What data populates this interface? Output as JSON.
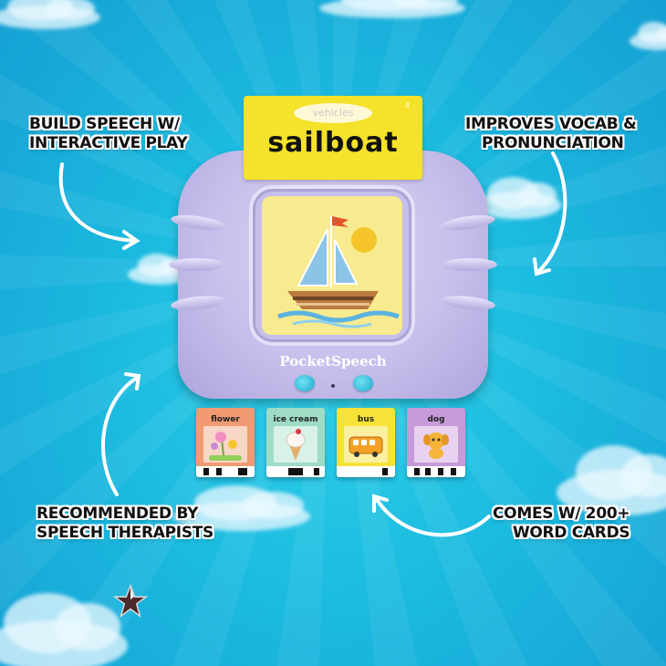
{
  "product": {
    "brand": "PocketSpeech",
    "inserted_card": {
      "category": "vehicles",
      "word": "sailboat",
      "number": "4",
      "color": "#f5e22a"
    },
    "device_color": "#c7c0ec",
    "button_color": "#2fbfdc"
  },
  "callouts": {
    "top_left": [
      "BUILD SPEECH W/",
      "INTERACTIVE PLAY"
    ],
    "top_right": [
      "IMPROVES VOCAB &",
      "PRONUNCIATION"
    ],
    "bottom_left": [
      "RECOMMENDED BY",
      "SPEECH THERAPISTS"
    ],
    "bottom_right": [
      "COMES W/ 200+",
      "WORD CARDS"
    ]
  },
  "cards": [
    {
      "word": "flower",
      "color": "#f29a73",
      "pic_color": "#f8d6c6"
    },
    {
      "word": "ice cream",
      "color": "#9fdcc6",
      "pic_color": "#d9f2e7"
    },
    {
      "word": "bus",
      "color": "#f7e23a",
      "pic_color": "#fbf0a0"
    },
    {
      "word": "dog",
      "color": "#c79ad8",
      "pic_color": "#e9d2f0"
    }
  ],
  "colors": {
    "sky": "#1cbbe0",
    "text": "#111111",
    "outline": "#ffffff"
  }
}
